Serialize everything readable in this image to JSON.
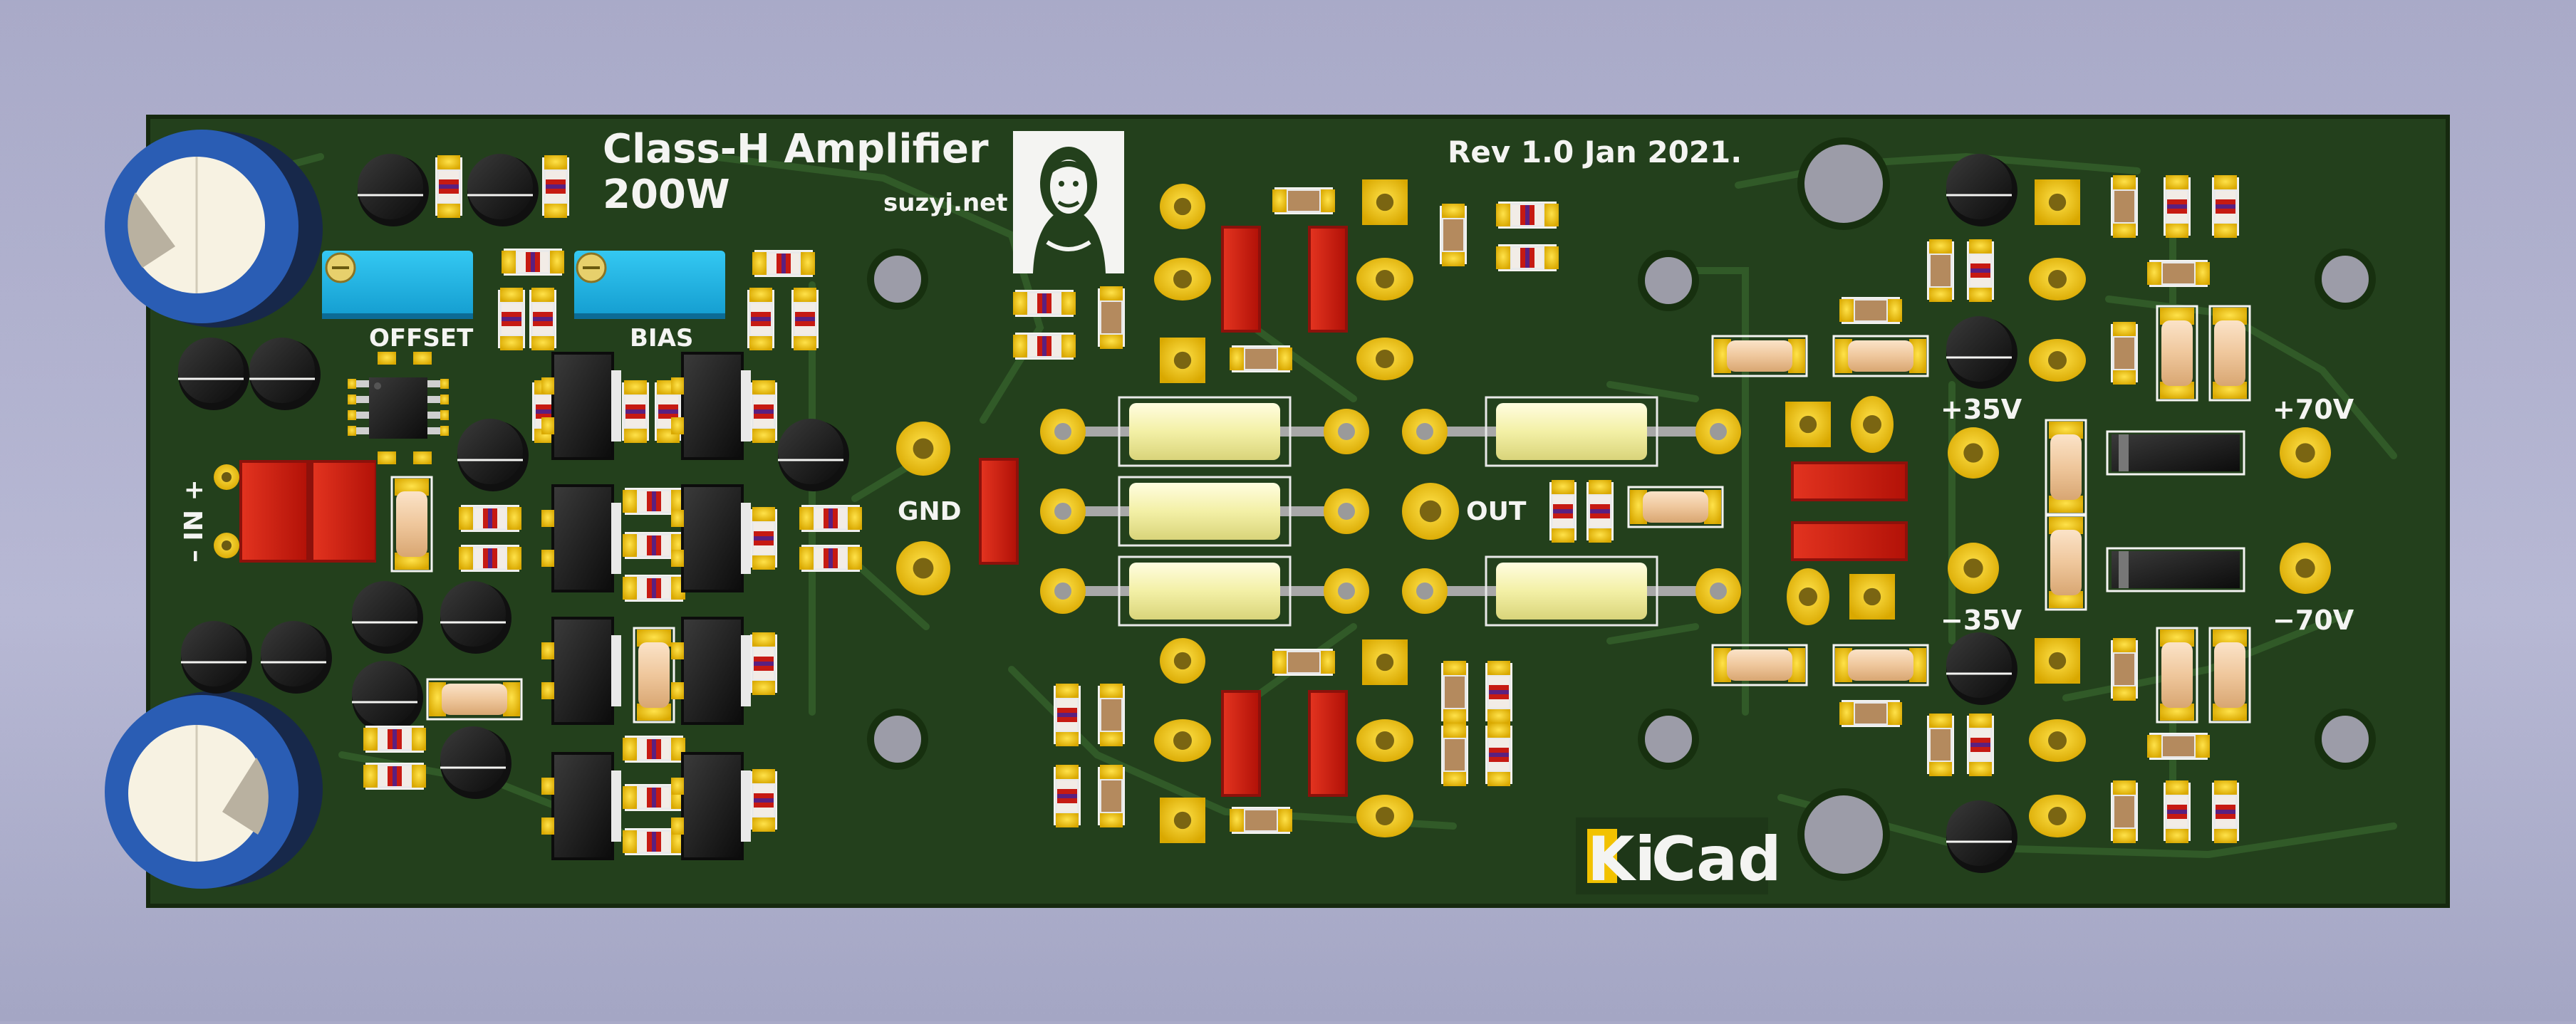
{
  "board": {
    "title_line1": "Class-H Amplifier",
    "title_line2": "200W",
    "website": "suzyj.net",
    "revision": "Rev 1.0 Jan 2021.",
    "logo_ki": "Ki",
    "logo_cad": "Cad"
  },
  "labels": {
    "offset": "OFFSET",
    "bias": "BIAS",
    "input": "– IN +",
    "gnd": "GND",
    "out": "OUT",
    "plus35": "+35V",
    "minus35": "−35V",
    "plus70": "+70V",
    "minus70": "−70V"
  },
  "colors": {
    "background": "#b0b1cf",
    "pcb": "#23401c",
    "copper_pad": "#f2c200",
    "silkscreen": "#f4f4f2",
    "capacitor_blue": "#2a5db4",
    "trimmer_blue": "#22b6e6",
    "smd_red": "#cf1e14",
    "power_resistor": "#f6f4b8",
    "transistor_body": "#1d1d1d"
  },
  "icons": [
    "kicad-logo-icon",
    "suzy-portrait-logo-icon",
    "trimmer-screw-icon"
  ]
}
